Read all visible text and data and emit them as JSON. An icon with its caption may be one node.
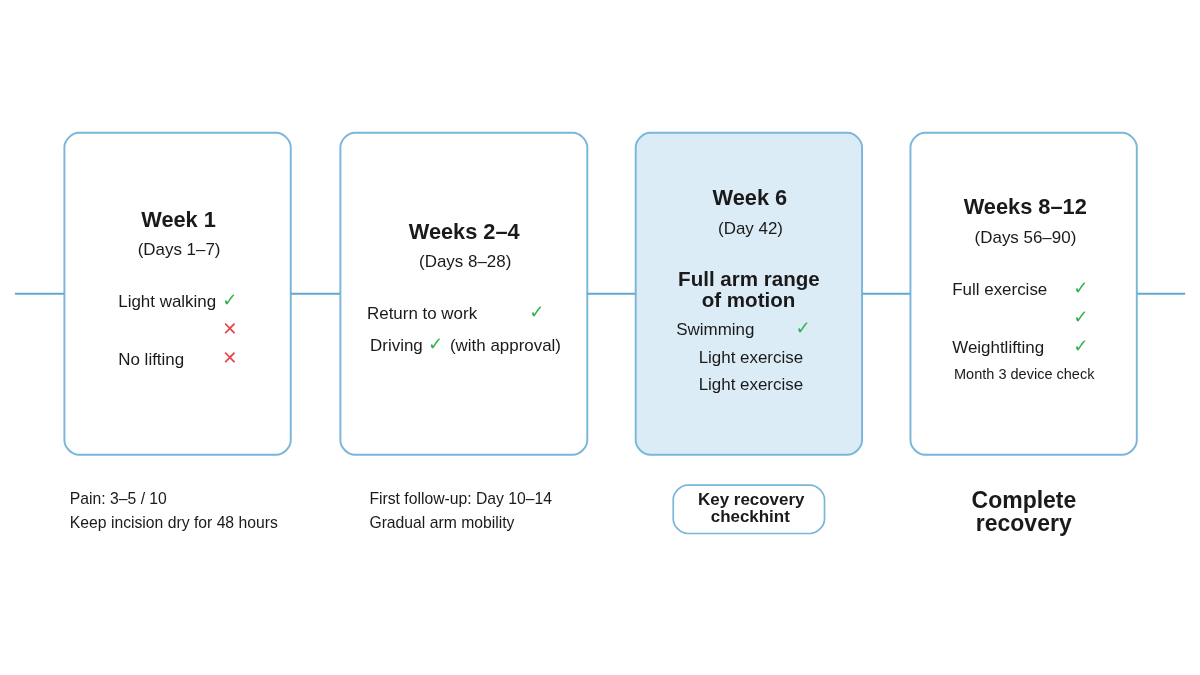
{
  "diagram": {
    "nodes": [
      {
        "text": [
          "Week 1",
          "(Days 1–7)",
          "Light walking",
          "✓",
          "✕",
          "No lifting",
          "✕"
        ],
        "beside": [
          "Pain: 3–5 / 10",
          "Keep incision dry for 48 hours"
        ]
      },
      {
        "text": [
          "Weeks 2–4",
          "(Days 8–28)",
          "Return to work",
          "✓",
          "Driving",
          "✓",
          "(with approval)"
        ],
        "beside": [
          "First follow-up: Day 10–14",
          "Gradual arm mobility"
        ]
      },
      {
        "text": [
          "Week 6",
          "(Day 42)",
          "Full arm range of motion",
          "Swimming",
          "✓",
          "Light exercise",
          "Light exercise"
        ]
      },
      {
        "text": [
          "Weeks 8–12",
          "(Days 56–90)",
          "Full exercise",
          "✓",
          "✓",
          "Weightlifting",
          "✓",
          "Month 3 device check"
        ],
        "beside": [
          "Complete recovery"
        ]
      },
      {
        "text": [
          "Key recovery checkhint"
        ]
      }
    ],
    "edges": [
      {
        "from": null,
        "to": 0,
        "arrow": "none"
      },
      {
        "from": 0,
        "to": 1,
        "arrow": "none"
      },
      {
        "from": 1,
        "to": 2,
        "arrow": "none"
      },
      {
        "from": 2,
        "to": 3,
        "arrow": "none"
      },
      {
        "from": 3,
        "to": null,
        "arrow": "none"
      }
    ]
  }
}
